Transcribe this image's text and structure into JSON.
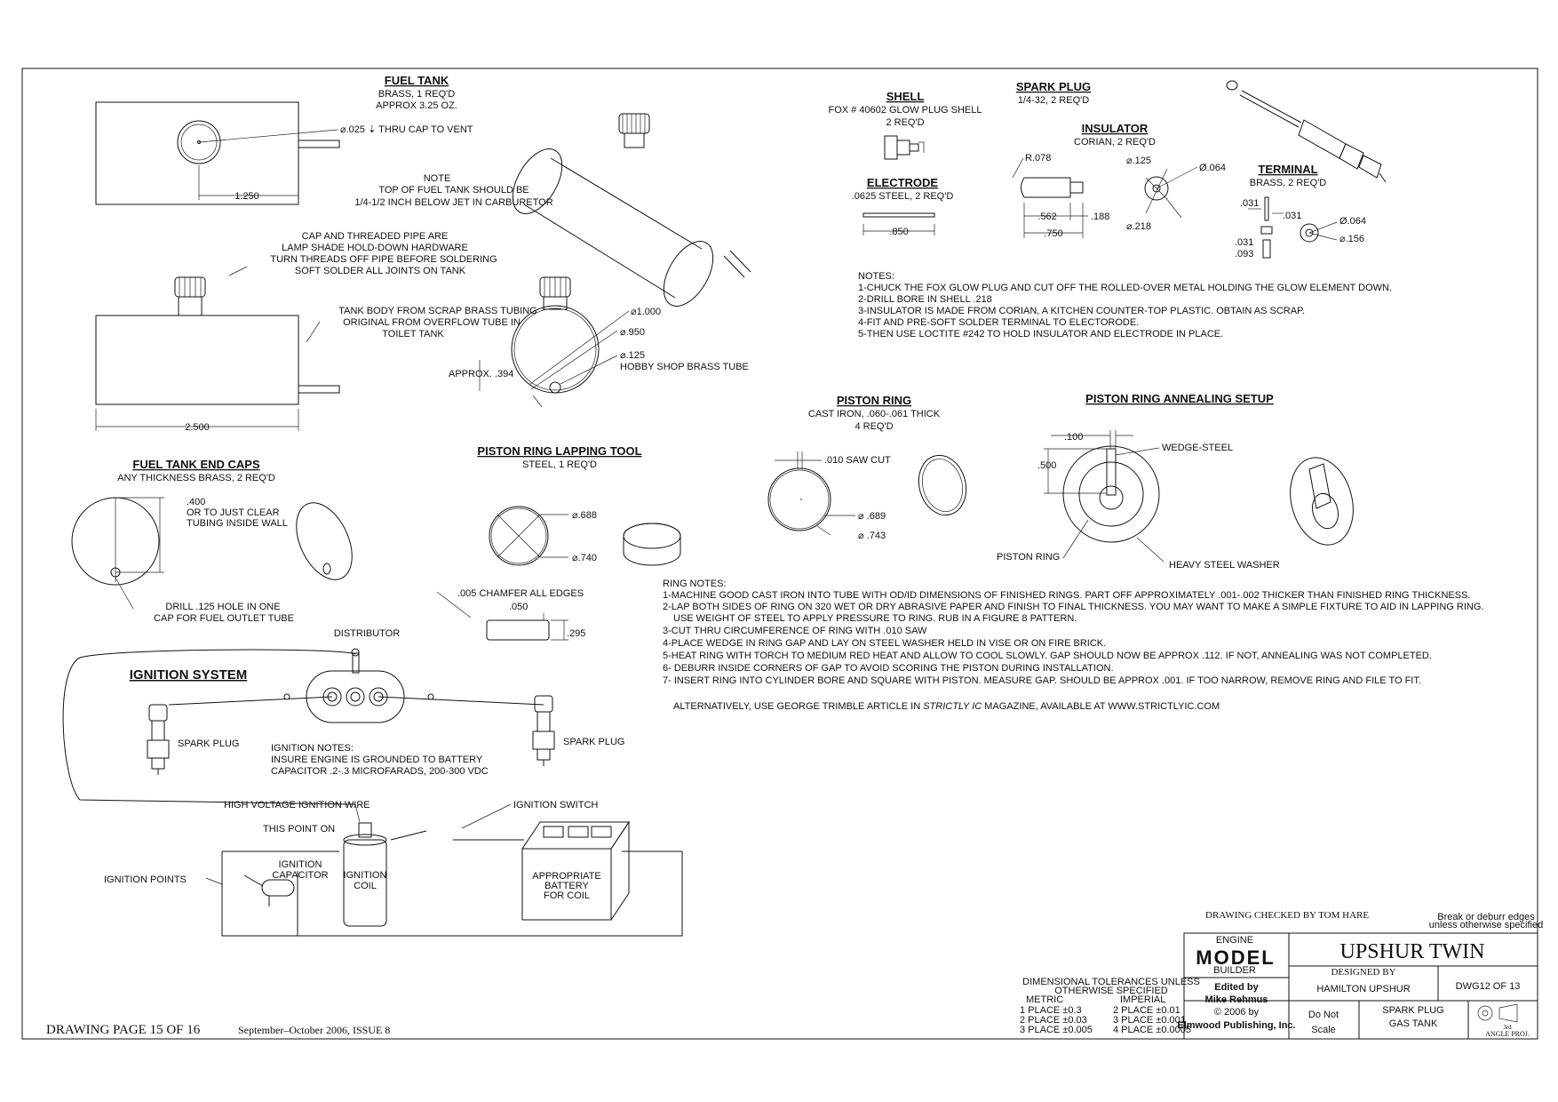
{
  "fuel_tank": {
    "title": "FUEL TANK",
    "sub1": "BRASS, 1 REQ'D",
    "sub2": "APPROX 3.25 OZ.",
    "vent_callout": "⌀.025 ⇣ THRU CAP TO VENT",
    "dim_1250": "1.250",
    "dim_2500": "2.500",
    "note_title": "NOTE",
    "note_1": "TOP OF FUEL TANK SHOULD BE",
    "note_2": "1/4-1/2 INCH BELOW JET IN CARBURETOR",
    "cap_note_1": "CAP AND THREADED PIPE ARE",
    "cap_note_2": "LAMP SHADE HOLD-DOWN HARDWARE",
    "cap_note_3": "TURN THREADS OFF PIPE BEFORE SOLDERING",
    "cap_note_4": "SOFT SOLDER ALL JOINTS ON TANK",
    "body_note_1": "TANK BODY FROM SCRAP BRASS TUBING",
    "body_note_2": "ORIGINAL FROM OVERFLOW TUBE IN",
    "body_note_3": "TOILET TANK",
    "dia_1000": "⌀1.000",
    "dia_950": "⌀.950",
    "dia_125": "⌀.125",
    "hobby_tube": "HOBBY SHOP BRASS TUBE",
    "approx_394": "APPROX. .394"
  },
  "end_caps": {
    "title": "FUEL TANK END CAPS",
    "sub": "ANY THICKNESS BRASS, 2 REQ'D",
    "dim_400": ".400",
    "clear_1": "OR TO JUST CLEAR",
    "clear_2": "TUBING INSIDE WALL",
    "drill_1": "DRILL .125 HOLE IN ONE",
    "drill_2": "CAP FOR FUEL OUTLET TUBE"
  },
  "lapping_tool": {
    "title": "PISTON RING LAPPING TOOL",
    "sub": "STEEL, 1 REQ'D",
    "dia_688": "⌀.688",
    "dia_740": "⌀.740",
    "chamfer": ".005 CHAMFER ALL EDGES",
    "dim_050": ".050",
    "dim_295": ".295"
  },
  "ignition": {
    "distributor": "DISTRIBUTOR",
    "title": "IGNITION SYSTEM",
    "spark_plug_left": "SPARK PLUG",
    "spark_plug_right": "SPARK PLUG",
    "notes_title": "IGNITION NOTES:",
    "notes_1": "INSURE ENGINE IS GROUNDED TO BATTERY",
    "notes_2": "CAPACITOR .2-.3 MICROFARADS, 200-300 VDC",
    "hv_wire": "HIGH VOLTAGE IGNITION WIRE",
    "switch": "IGNITION SWITCH",
    "this_point": "THIS POINT ON",
    "points": "IGNITION POINTS",
    "capacitor_1": "IGNITION",
    "capacitor_2": "CAPACITOR",
    "coil_1": "IGNITION",
    "coil_2": "COIL",
    "battery_1": "APPROPRIATE",
    "battery_2": "BATTERY",
    "battery_3": "FOR COIL"
  },
  "spark_plug": {
    "shell_title": "SHELL",
    "shell_sub1": "FOX # 40602 GLOW PLUG SHELL",
    "shell_sub2": "2 REQ'D",
    "title": "SPARK PLUG",
    "sub": "1/4-32, 2 REQ'D",
    "electrode_title": "ELECTRODE",
    "electrode_sub": ".0625 STEEL, 2 REQ'D",
    "dim_850": ".850",
    "insulator_title": "INSULATOR",
    "insulator_sub": "CORIAN, 2 REQ'D",
    "r078": "R.078",
    "d125": "⌀.125",
    "d064": "Ø.064",
    "d218": "⌀.218",
    "dim_562": ".562",
    "dim_188": ".188",
    "dim_750": ".750",
    "terminal_title": "TERMINAL",
    "terminal_sub": "BRASS, 2 REQ'D",
    "t031a": ".031",
    "t031b": ".031",
    "t031c": ".031",
    "t093": ".093",
    "t064": "Ø.064",
    "t156": "⌀.156",
    "notes_title": "NOTES:",
    "note_1": "1-CHUCK THE FOX GLOW PLUG AND CUT OFF THE ROLLED-OVER METAL HOLDING THE GLOW ELEMENT DOWN.",
    "note_2": "2-DRILL BORE IN SHELL .218",
    "note_3": "3-INSULATOR IS MADE FROM CORIAN, A KITCHEN COUNTER-TOP PLASTIC. OBTAIN AS SCRAP.",
    "note_4": "4-FIT AND PRE-SOFT SOLDER TERMINAL TO ELECTORODE.",
    "note_5": "5-THEN USE LOCTITE #242 TO HOLD INSULATOR AND ELECTRODE IN PLACE."
  },
  "piston_ring": {
    "title": "PISTON RING",
    "sub1": "CAST IRON, .060-.061 THICK",
    "sub2": "4 REQ'D",
    "saw_cut": ".010 SAW CUT",
    "d689": "⌀ .689",
    "d743": "⌀ .743"
  },
  "annealing": {
    "title": "PISTON RING ANNEALING SETUP",
    "dim_100": ".100",
    "dim_500": ".500",
    "wedge": "WEDGE-STEEL",
    "ring": "PISTON RING",
    "washer": "HEAVY STEEL WASHER"
  },
  "ring_notes": {
    "title": "RING NOTES:",
    "n1": "1-MACHINE GOOD CAST IRON INTO TUBE WITH OD/ID DIMENSIONS OF FINISHED RINGS. PART OFF APPROXIMATELY .001-.002 THICKER THAN FINISHED RING THICKNESS.",
    "n2": "2-LAP BOTH SIDES OF RING ON 320 WET OR DRY ABRASIVE PAPER AND FINISH TO FINAL THICKNESS. YOU MAY WANT TO MAKE A SIMPLE FIXTURE TO AID IN LAPPING RING.",
    "n2b": "USE WEIGHT OF STEEL TO APPLY PRESSURE TO RING. RUB IN A FIGURE 8 PATTERN.",
    "n3": "3-CUT THRU CIRCUMFERENCE OF RING WITH .010 SAW",
    "n4": "4-PLACE WEDGE IN RING GAP AND LAY ON STEEL WASHER HELD IN VISE OR ON FIRE BRICK.",
    "n5": "5-HEAT RING WITH TORCH TO MEDIUM RED HEAT AND ALLOW TO COOL SLOWLY. GAP SHOULD NOW BE APPROX .112. IF NOT, ANNEALING WAS NOT COMPLETED.",
    "n6": "6- DEBURR INSIDE CORNERS OF GAP TO AVOID SCORING THE PISTON DURING INSTALLATION.",
    "n7": "7- INSERT RING INTO CYLINDER BORE AND SQUARE WITH PISTON. MEASURE GAP. SHOULD BE APPROX .001. IF TOO NARROW, REMOVE RING AND FILE TO FIT.",
    "alt_pre": "ALTERNATIVELY, USE GEORGE TRIMBLE ARTICLE IN ",
    "alt_mag": "STRICTLY IC",
    "alt_post": " MAGAZINE, AVAILABLE AT WWW.STRICTLYIC.COM"
  },
  "title_block": {
    "checked": "DRAWING CHECKED BY TOM HARE",
    "break_1": "Break or deburr edges",
    "break_2": "unless otherwise specified",
    "logo": "MODEL",
    "logo_top": "ENGINE",
    "logo_bottom": "BUILDER",
    "project": "UPSHUR TWIN",
    "designed_by": "DESIGNED BY",
    "designer": "HAMILTON UPSHUR",
    "dwg": "DWG12 OF 13",
    "tol_1": "DIMENSIONAL TOLERANCES UNLESS",
    "tol_2": "OTHERWISE SPECIFIED",
    "metric": "METRIC",
    "imperial": "IMPERIAL",
    "m1": "1 PLACE ±0.3",
    "m2": "2 PLACE ±0.03",
    "m3": "3 PLACE ±0.005",
    "i2": "2 PLACE ±0.01",
    "i3": "3 PLACE ±0.001",
    "i4": "4 PLACE ±0.0005",
    "edited_by": "Edited by",
    "editor": "Mike Rehmus",
    "copyright": "© 2006 by",
    "publisher": "Elmwood Publishing, Inc.",
    "do_not_1": "Do Not",
    "do_not_2": "Scale",
    "part_1": "SPARK PLUG",
    "part_2": "GAS TANK",
    "angle": "ANGLE PROJ.",
    "angle_num": "3rd"
  },
  "footer": {
    "page": "DRAWING PAGE 15 OF 16",
    "issue": "September–October 2006, ISSUE 8"
  }
}
